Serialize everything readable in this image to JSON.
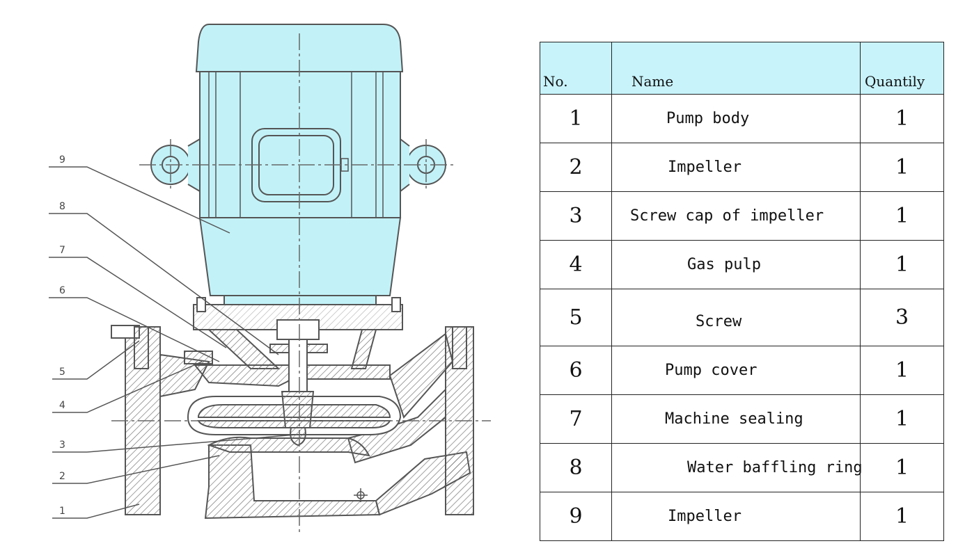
{
  "drawing": {
    "callouts": [
      "9",
      "8",
      "7",
      "6",
      "5",
      "4",
      "3",
      "2",
      "1"
    ],
    "colors": {
      "motor": "#c2f2f8",
      "line": "#555555",
      "hatch": "#777777"
    }
  },
  "table": {
    "headers": {
      "no": "No.",
      "name": "Name",
      "quantity": "Quantily"
    },
    "rows": [
      {
        "no": "1",
        "name": "Pump body",
        "qty": "1"
      },
      {
        "no": "2",
        "name": "Impeller",
        "qty": "1"
      },
      {
        "no": "3",
        "name": "Screw cap of impeller",
        "qty": "1"
      },
      {
        "no": "4",
        "name": "Gas pulp",
        "qty": "1"
      },
      {
        "no": "5",
        "name": "Screw",
        "qty": "3"
      },
      {
        "no": "6",
        "name": "Pump cover",
        "qty": "1"
      },
      {
        "no": "7",
        "name": "Machine sealing",
        "qty": "1"
      },
      {
        "no": "8",
        "name": "Water baffling ring",
        "qty": "1"
      },
      {
        "no": "9",
        "name": "Impeller",
        "qty": "1"
      }
    ],
    "header_color": "#c8f3fb"
  }
}
